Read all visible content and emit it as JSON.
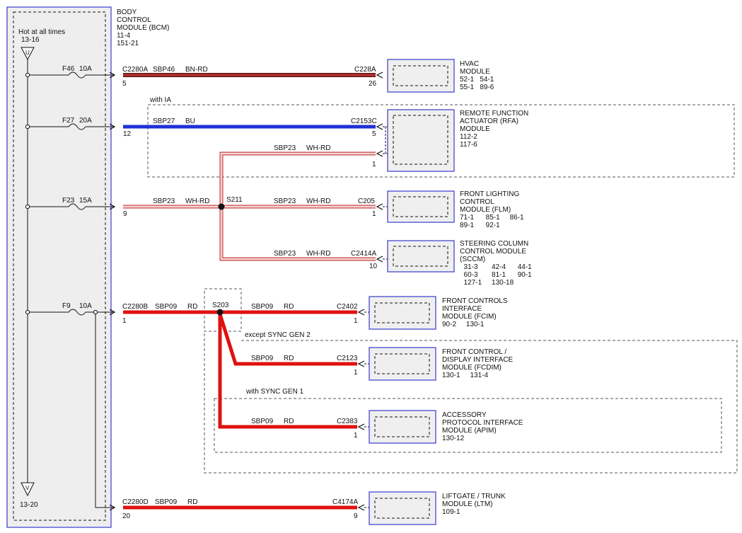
{
  "bcm": {
    "title_lines": [
      "BODY",
      "CONTROL",
      "MODULE (BCM)",
      "11-4",
      "151-21"
    ],
    "hot_label": "Hot at all times",
    "hot_ref": "13-16",
    "ground_ref": "13-20"
  },
  "fuses": [
    {
      "name": "F46",
      "amp": "10A"
    },
    {
      "name": "F27",
      "amp": "20A"
    },
    {
      "name": "F23",
      "amp": "15A"
    },
    {
      "name": "F9",
      "amp": "10A"
    }
  ],
  "option_labels": {
    "with_ia": "with IA",
    "except_sync": "except SYNC GEN 2",
    "with_sync": "with SYNC GEN 1"
  },
  "splices": {
    "s211": "S211",
    "s203": "S203"
  },
  "circuits": [
    {
      "bcm_conn": "C2280A",
      "bcm_pin": "5",
      "circuit": "SBP46",
      "color": "BN-RD",
      "mod_conn": "C228A",
      "mod_pin": "26"
    },
    {
      "bcm_conn": "",
      "bcm_pin": "12",
      "circuit": "SBP27",
      "color": "BU",
      "mod_conn": "C2153C",
      "mod_pin": "5"
    },
    {
      "circuit": "SBP23",
      "color": "WH-RD",
      "mod_pin": "1"
    },
    {
      "bcm_pin": "9",
      "circuit": "SBP23",
      "color": "WH-RD"
    },
    {
      "circuit": "SBP23",
      "color": "WH-RD",
      "mod_conn": "C205",
      "mod_pin": "1"
    },
    {
      "circuit": "SBP23",
      "color": "WH-RD",
      "mod_conn": "C2414A",
      "mod_pin": "10"
    },
    {
      "bcm_conn": "C2280B",
      "bcm_pin": "1",
      "circuit": "SBP09",
      "color": "RD"
    },
    {
      "circuit": "SBP09",
      "color": "RD",
      "mod_conn": "C2402",
      "mod_pin": "1"
    },
    {
      "circuit": "SBP09",
      "color": "RD",
      "mod_conn": "C2123",
      "mod_pin": "1"
    },
    {
      "circuit": "SBP09",
      "color": "RD",
      "mod_conn": "C2383",
      "mod_pin": "1"
    },
    {
      "bcm_conn": "C2280D",
      "bcm_pin": "20",
      "circuit": "SBP09",
      "color": "RD",
      "mod_conn": "C4174A",
      "mod_pin": "9"
    }
  ],
  "modules": [
    {
      "lines": [
        "HVAC",
        "MODULE",
        "52-1   54-1",
        "55-1   89-6"
      ]
    },
    {
      "lines": [
        "REMOTE FUNCTION",
        "ACTUATOR (RFA)",
        "MODULE",
        "112-2",
        "117-6"
      ]
    },
    {
      "lines": [
        "FRONT LIGHTING",
        "CONTROL",
        "MODULE (FLM)",
        "71-1      85-1     86-1",
        "89-1      92-1"
      ]
    },
    {
      "lines": [
        "STEERING COLUMN",
        "CONTROL MODULE",
        "(SCCM)",
        "  31-3       42-4      44-1",
        "  60-3       81-1      90-1",
        "  127-1     130-18"
      ]
    },
    {
      "lines": [
        "FRONT CONTROLS",
        "INTERFACE",
        "MODULE (FCIM)",
        "90-2     130-1"
      ]
    },
    {
      "lines": [
        "FRONT CONTROL /",
        "DISPLAY INTERFACE",
        "MODULE (FCDIM)",
        "130-1     131-4"
      ]
    },
    {
      "lines": [
        "ACCESSORY",
        "PROTOCOL INTERFACE",
        "MODULE (APIM)",
        "130-12"
      ]
    },
    {
      "lines": [
        "LIFTGATE / TRUNK",
        "MODULE (LTM)",
        "109-1"
      ]
    }
  ],
  "colors": {
    "brown_red": "#8b2020",
    "blue": "#1f2fd6",
    "white_red": "#c83c3c",
    "red": "#e01010",
    "module_border": "#3a3ad0"
  }
}
